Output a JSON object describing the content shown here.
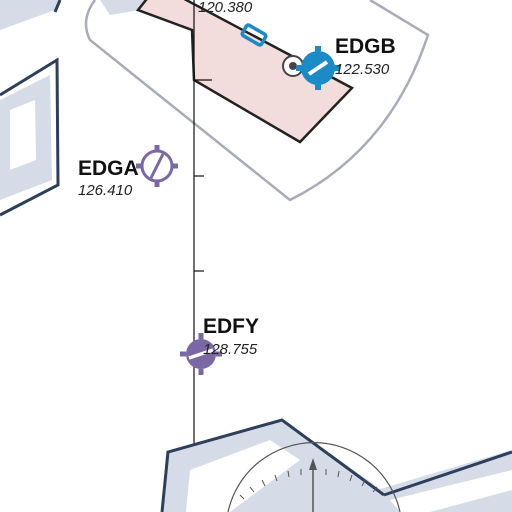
{
  "map": {
    "colors": {
      "background": "#ffffff",
      "airspace_band": "#d5dce8",
      "airspace_border": "#2e3f5c",
      "ctr_fill": "#f3dcdc",
      "ctr_border": "#222222",
      "controlled_arc": "#a8acb8",
      "blue_airport": "#1a8bc6",
      "purple_airport": "#7a68a4",
      "meridian": "#111111"
    },
    "labels": {
      "top_frequency": "120.380",
      "edgb": {
        "ident": "EDGB",
        "frequency": "122.530"
      },
      "edga": {
        "ident": "EDGA",
        "frequency": "126.410"
      },
      "edfy": {
        "ident": "EDFY",
        "frequency": "128.755"
      }
    },
    "symbols": {
      "edgb": "blue-airport-icon",
      "edga": "purple-airport-icon",
      "edfy": "purple-airport-icon",
      "vor": "vor-icon",
      "heliport": "runway-marker-icon",
      "compass": "compass-rose-icon"
    }
  }
}
